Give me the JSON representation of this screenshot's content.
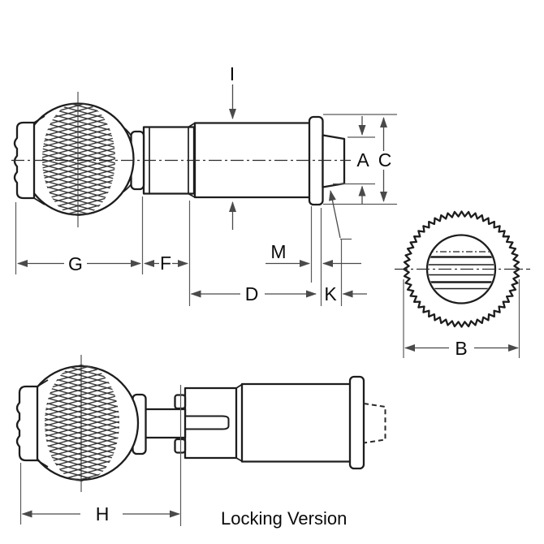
{
  "figure": {
    "caption": "Locking Version",
    "caption_color": "#3a3ac8",
    "outline_color": "#1d1d1d",
    "dim_color": "#4a4a4a",
    "background": "#ffffff"
  },
  "dims": {
    "I": "I",
    "A": "A",
    "C": "C",
    "G": "G",
    "F": "F",
    "M": "M",
    "D": "D",
    "K": "K",
    "B": "B",
    "H": "H"
  }
}
